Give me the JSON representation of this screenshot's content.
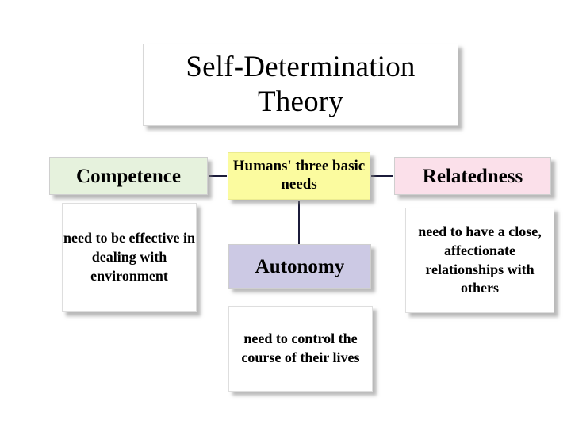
{
  "diagram": {
    "title": "Self-Determination Theory",
    "center": {
      "label": "Humans' three basic needs",
      "color": "#FBFB9F"
    },
    "nodes": [
      {
        "name": "competence",
        "label": "Competence",
        "color": "#E6F2DD",
        "description": "need to be effective in dealing with environment"
      },
      {
        "name": "relatedness",
        "label": "Relatedness",
        "color": "#FBE0EA",
        "description": "need to have a close, affectionate relationships with others"
      },
      {
        "name": "autonomy",
        "label": "Autonomy",
        "color": "#CCC9E4",
        "description": "need to control the course of their lives"
      }
    ],
    "connector_color": "#1B1B3A",
    "background": "#FFFFFF"
  }
}
